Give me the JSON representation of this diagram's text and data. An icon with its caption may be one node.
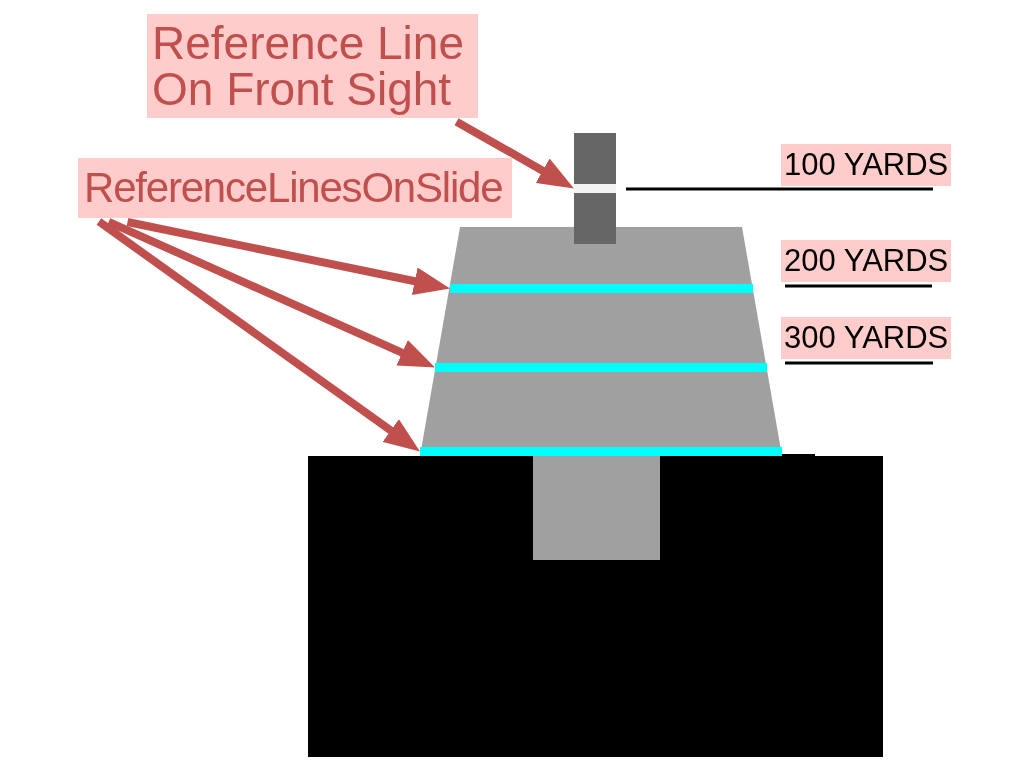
{
  "diagram": {
    "nodes": [
      {
        "text": [
          "Reference Line On Front Sight"
        ]
      },
      {
        "text": [
          "ReferenceLinesOnSlide"
        ]
      },
      {
        "text": [],
        "shape": "bar"
      },
      {
        "text": [],
        "shape": "bar"
      },
      {
        "text": [],
        "shape": "bar"
      },
      {
        "text": [],
        "shape": "bar"
      }
    ],
    "edges": [
      {
        "from": 0,
        "to": 2,
        "arrow": "to"
      },
      {
        "from": 1,
        "to": 3,
        "arrow": "to"
      },
      {
        "from": 1,
        "to": 4,
        "arrow": "to"
      },
      {
        "from": 1,
        "to": 5,
        "arrow": "to"
      }
    ],
    "labels": [
      "100 YARDS",
      "200 YARDS",
      "300 YARDS"
    ]
  }
}
